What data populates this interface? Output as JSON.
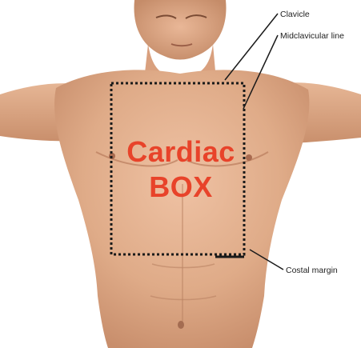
{
  "diagram": {
    "title_lines": [
      "Cardiac",
      "BOX"
    ],
    "callouts": {
      "clavicle": "Clavicle",
      "midclavicular": "Midclavicular line",
      "costal_margin": "Costal margin"
    },
    "colors": {
      "title": "#e8432a",
      "box_outline": "#1a1a1a",
      "leader_line": "#1a1a1a",
      "skin": "#e7b594",
      "background": "#ffffff"
    }
  }
}
